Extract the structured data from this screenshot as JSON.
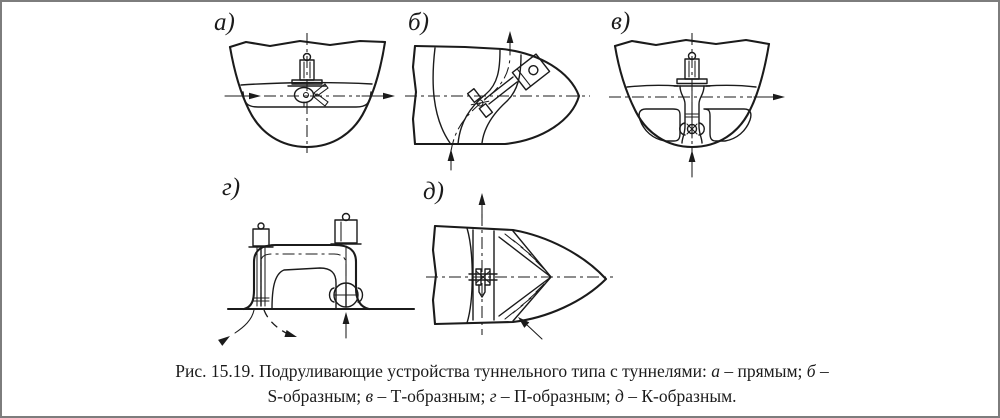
{
  "page": {
    "background": "#ffffff",
    "border_color": "#7d7d7d",
    "ink_color": "#1b1b1b"
  },
  "figures": [
    {
      "id": "a",
      "label": "а)"
    },
    {
      "id": "b",
      "label": "б)"
    },
    {
      "id": "v",
      "label": "в)"
    },
    {
      "id": "g",
      "label": "г)"
    },
    {
      "id": "d",
      "label": "д)"
    }
  ],
  "caption": {
    "segments": [
      {
        "text": "Рис. 15.19. Подруливающие устройства туннельного типа с туннелями: ",
        "italic": false
      },
      {
        "text": "а",
        "italic": true
      },
      {
        "text": " – прямым; ",
        "italic": false
      },
      {
        "text": "б",
        "italic": true
      },
      {
        "text": " –",
        "italic": false
      },
      {
        "break": true
      },
      {
        "text": "S-образным; ",
        "italic": false
      },
      {
        "text": "в",
        "italic": true
      },
      {
        "text": " – Т-образным; ",
        "italic": false
      },
      {
        "text": "г",
        "italic": true
      },
      {
        "text": " – П-образным; ",
        "italic": false
      },
      {
        "text": "д",
        "italic": true
      },
      {
        "text": " – К-образным.",
        "italic": false
      }
    ]
  }
}
